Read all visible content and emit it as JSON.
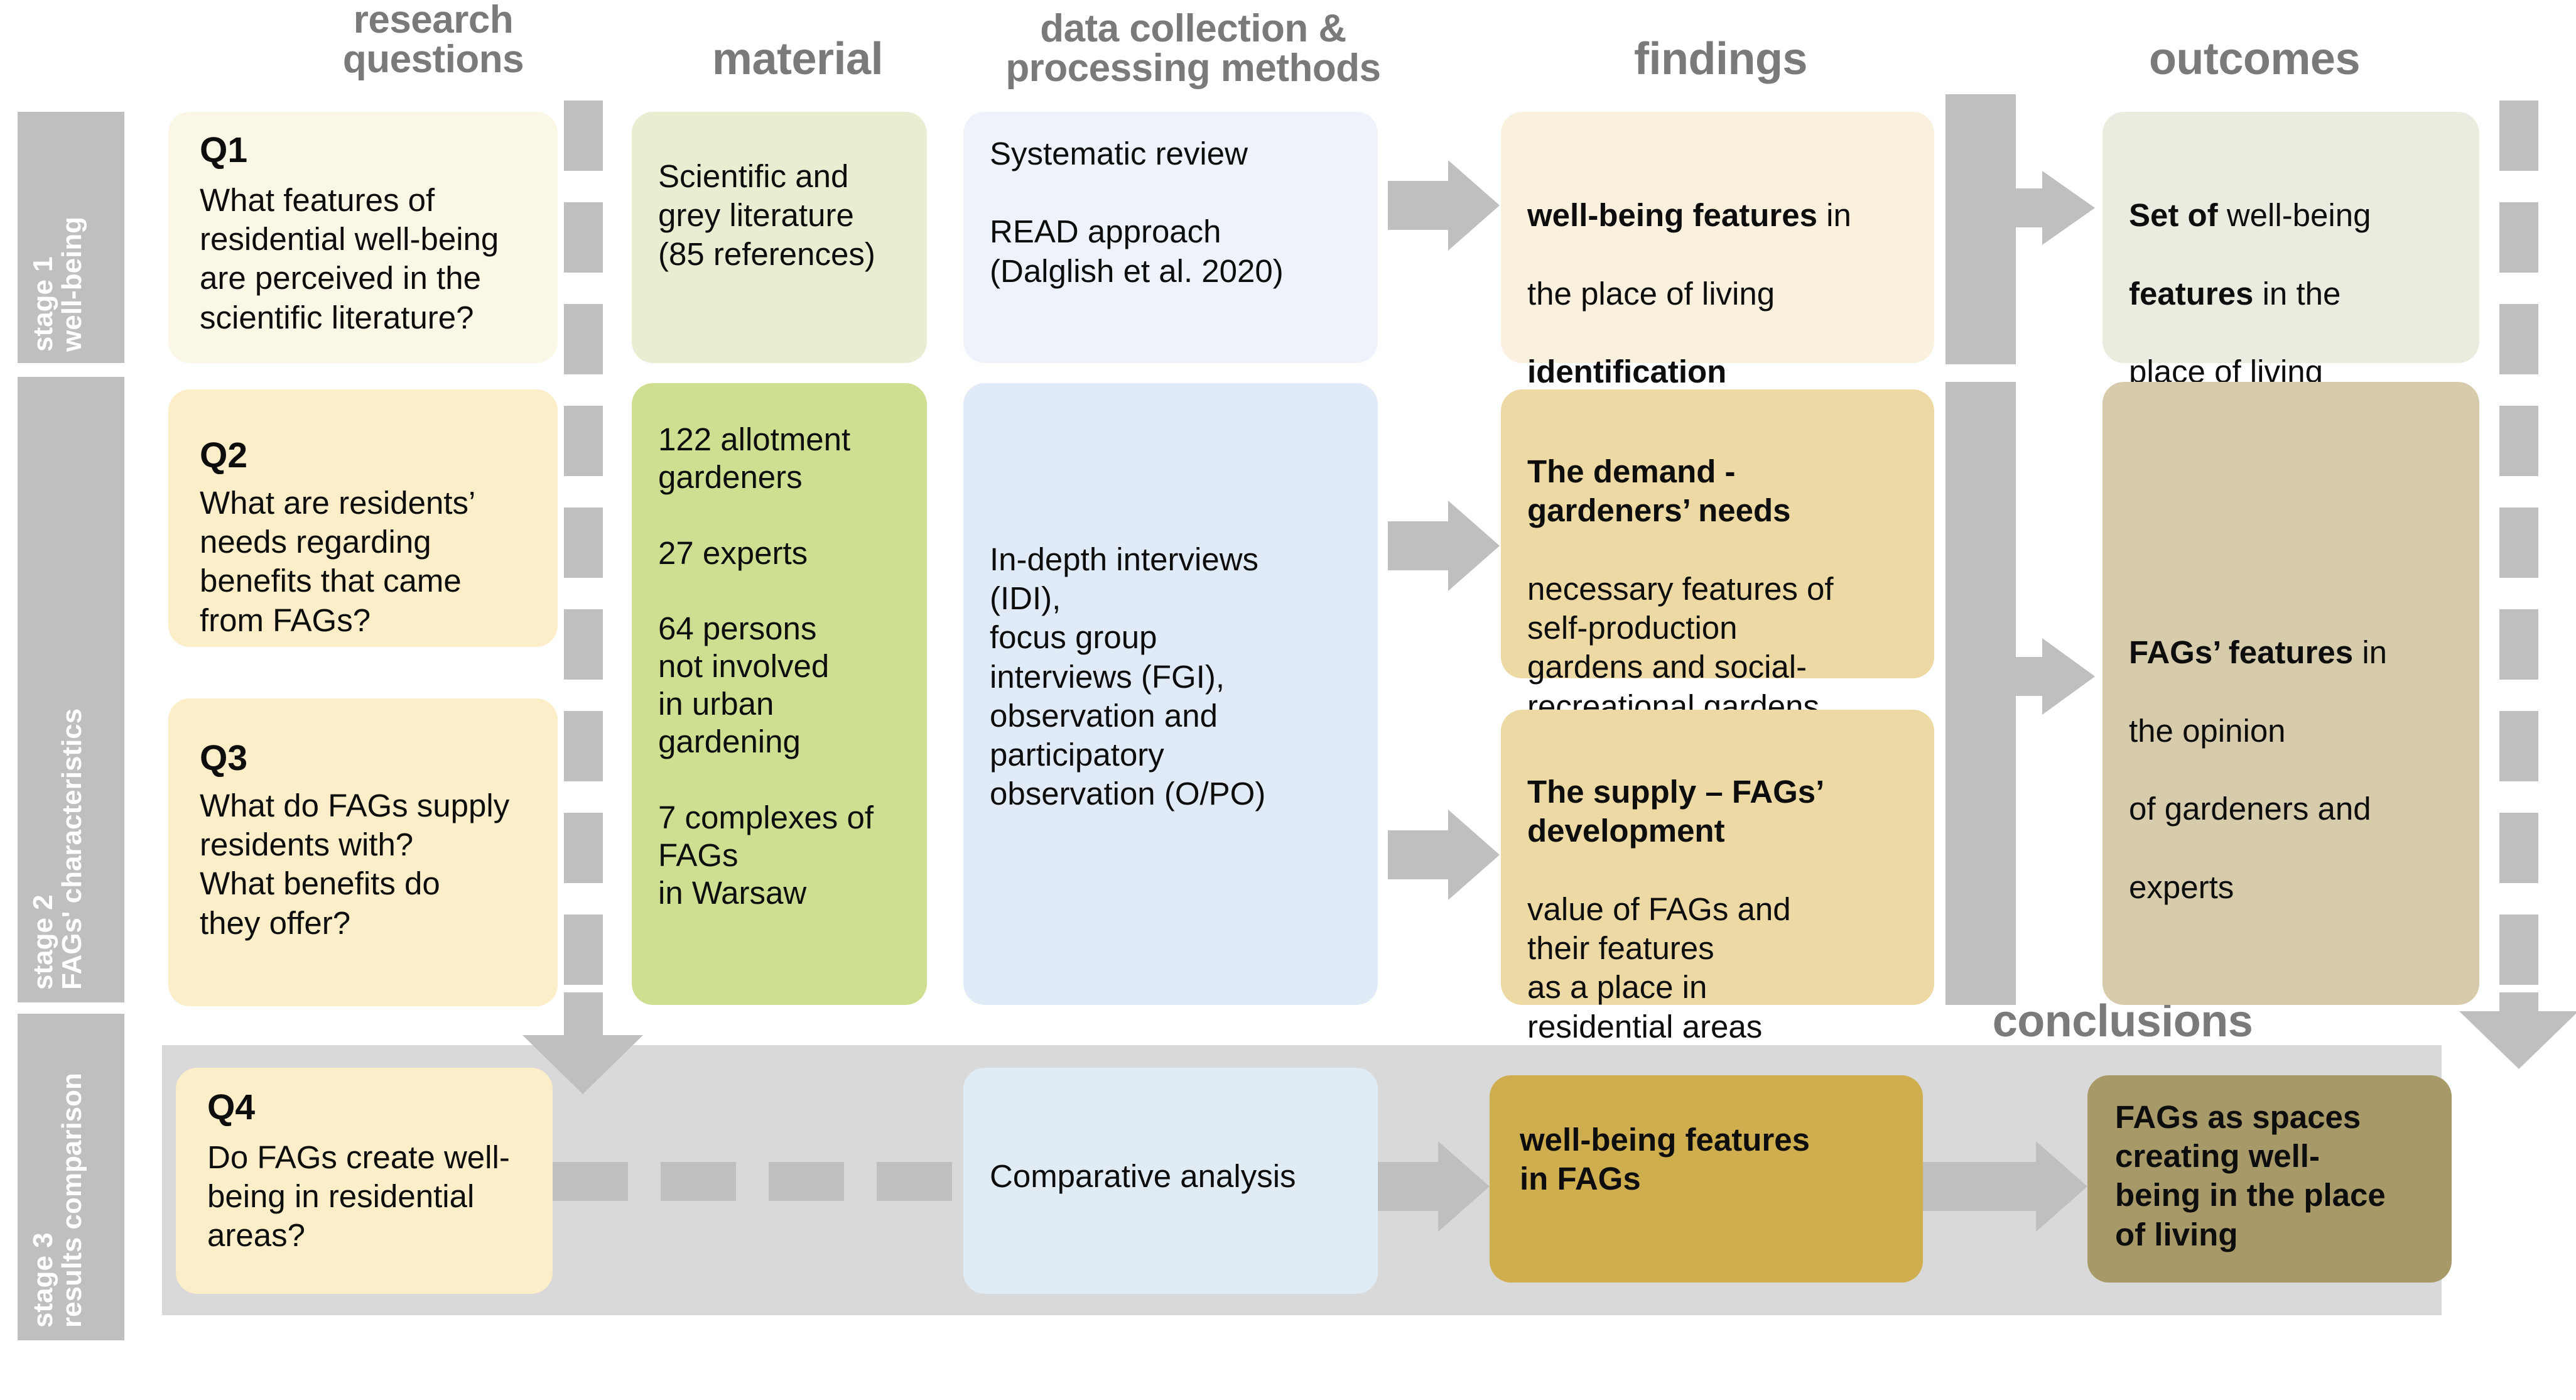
{
  "columns": [
    {
      "key": "research_questions",
      "label": "research\nquestions"
    },
    {
      "key": "material",
      "label": "material"
    },
    {
      "key": "methods",
      "label": "data  collection &\nprocessing methods"
    },
    {
      "key": "findings",
      "label": "findings"
    },
    {
      "key": "outcomes",
      "label": "outcomes"
    },
    {
      "key": "conclusions",
      "label": "conclusions"
    }
  ],
  "stages": [
    {
      "id": "stage1",
      "label": "stage 1\nwell-being"
    },
    {
      "id": "stage2",
      "label": "stage 2\nFAGs' characteristics"
    },
    {
      "id": "stage3",
      "label": "stage 3\nresults  comparison"
    }
  ],
  "stage1": {
    "question": {
      "num": "Q1",
      "text": "What features of\nresidential well-being\nare perceived in the\nscientific literature?"
    },
    "material": {
      "text": "Scientific and\ngrey  literature\n(85 references)"
    },
    "methods": {
      "text": "Systematic review\n\nREAD approach\n(Dalglish et al. 2020)"
    },
    "finding": {
      "bold1": "well-being features",
      "rest1": "  in",
      "line2": "the place of living",
      "bold3": "identification"
    },
    "outcome": {
      "bold1": "Set of",
      "rest1": " well-being",
      "bold2": "features",
      "rest2": " in the",
      "line3": "place of living"
    }
  },
  "stage2": {
    "question_q2": {
      "num": "Q2",
      "text": "What are residents’\nneeds regarding\nbenefits that came\nfrom FAGs?"
    },
    "question_q3": {
      "num": "Q3",
      "text": "What do FAGs supply\nresidents with?\nWhat benefits do\nthey offer?"
    },
    "material": {
      "text": "122 allotment\ngardeners\n\n27 experts\n\n64 persons\nnot involved\nin urban\ngardening\n\n7 complexes of\nFAGs\nin Warsaw"
    },
    "methods": {
      "text": "In-depth interviews\n(IDI),\nfocus group\ninterviews (FGI),\nobservation and\nparticipatory\nobservation (O/PO)"
    },
    "finding_demand": {
      "bold": "The demand -\ngardeners’ needs",
      "rest": "necessary features of\nself-production\ngardens and social-\nrecreational gardens"
    },
    "finding_supply": {
      "bold": "The supply – FAGs’\ndevelopment",
      "rest": "value of FAGs and\ntheir features\nas a place in\nresidential areas"
    },
    "outcome": {
      "bold": "FAGs’ features",
      "rest1": " in",
      "line2": "the opinion",
      "line3": "of gardeners and",
      "line4": "experts"
    }
  },
  "stage3": {
    "question": {
      "num": "Q4",
      "text": "Do FAGs create well-\nbeing in residential\nareas?"
    },
    "methods": {
      "text": "Comparative analysis"
    },
    "finding": {
      "text": "well-being features\nin FAGs"
    },
    "conclusion": {
      "text": "FAGs as spaces\ncreating well-\nbeing in the place\nof living"
    }
  },
  "colors": {
    "gray_connector": "#bfbfbf",
    "stage_band": "#bfbfbf",
    "stage3_band": "#d9d9d9",
    "header_text": "#7a7a7a",
    "q1_fill": "#fbf7e6",
    "q_fill": "#fbeec9",
    "material_stage1": "#e8eed2",
    "material_stage2": "#cfdf92",
    "methods_fill": "#eef2fa",
    "findings_stage1": "#f9f0de",
    "findings_stage2": "#ecd9a4",
    "outcomes_stage1": "#ecebdf",
    "outcomes_stage2": "#d6cbab",
    "conclusion_finding": "#cfae4f",
    "conclusion_final": "#a89a68"
  }
}
